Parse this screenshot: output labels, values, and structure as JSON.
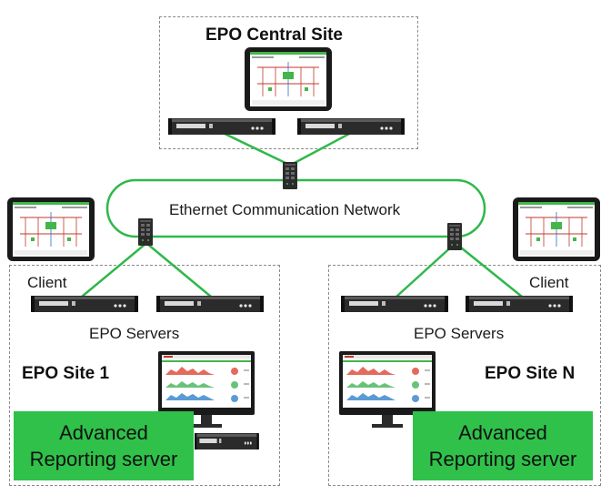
{
  "central_site": {
    "title": "EPO Central Site"
  },
  "network": {
    "label": "Ethernet Communication Network"
  },
  "site1": {
    "title": "EPO Site 1",
    "client_label": "Client",
    "servers_label": "EPO Servers",
    "reporting": {
      "line1": "Advanced",
      "line2": "Reporting server"
    }
  },
  "siteN": {
    "title": "EPO Site N",
    "client_label": "Client",
    "servers_label": "EPO Servers",
    "reporting": {
      "line1": "Advanced",
      "line2": "Reporting server"
    }
  },
  "colors": {
    "network_line": "#2fb84a",
    "callout_green": "#2fc14a",
    "server_dark": "#2b2b2b",
    "server_light": "#d9d9d9",
    "monitor_bezel": "#1a1a1a",
    "dashed_border": "#8a8a8a"
  },
  "icons": [
    "tablet-icon",
    "server-icon",
    "network-switch-icon",
    "monitor-icon"
  ]
}
